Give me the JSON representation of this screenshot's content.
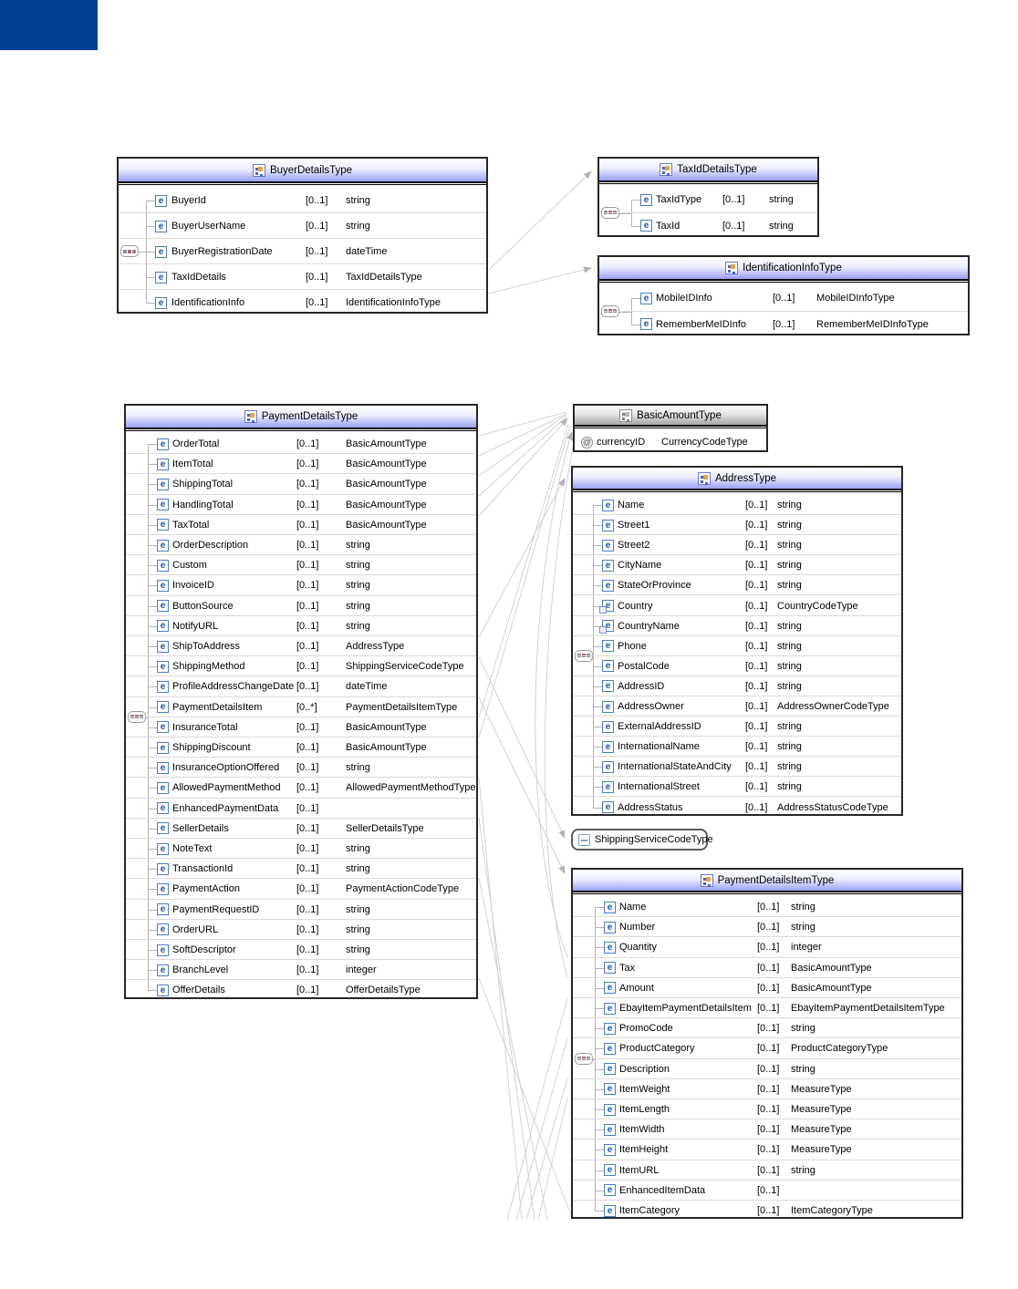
{
  "colors": {
    "logo_blue": "#003f94",
    "header_gradient_bottom": "#9aa0f4",
    "gray_header_gradient_bottom": "#a6a6a6",
    "connector_line": "#d2d2d2"
  },
  "diagram": {
    "boxes": [
      {
        "id": "buyer-details",
        "title": "BuyerDetailsType",
        "kind": "complex",
        "rows": [
          {
            "icon": "element",
            "name": "BuyerId",
            "card": "[0..1]",
            "type": "string"
          },
          {
            "icon": "element",
            "name": "BuyerUserName",
            "card": "[0..1]",
            "type": "string"
          },
          {
            "icon": "element",
            "name": "BuyerRegistrationDate",
            "card": "[0..1]",
            "type": "dateTime"
          },
          {
            "icon": "element",
            "name": "TaxIdDetails",
            "card": "[0..1]",
            "type": "TaxIdDetailsType"
          },
          {
            "icon": "element",
            "name": "IdentificationInfo",
            "card": "[0..1]",
            "type": "IdentificationInfoType"
          }
        ]
      },
      {
        "id": "tax-id-details",
        "title": "TaxIdDetailsType",
        "kind": "complex",
        "rows": [
          {
            "icon": "element",
            "name": "TaxIdType",
            "card": "[0..1]",
            "type": "string"
          },
          {
            "icon": "element",
            "name": "TaxId",
            "card": "[0..1]",
            "type": "string"
          }
        ]
      },
      {
        "id": "identification-info",
        "title": "IdentificationInfoType",
        "kind": "complex",
        "rows": [
          {
            "icon": "element",
            "name": "MobileIDInfo",
            "card": "[0..1]",
            "type": "MobileIDInfoType"
          },
          {
            "icon": "element",
            "name": "RememberMeIDInfo",
            "card": "[0..1]",
            "type": "RememberMeIDInfoType"
          }
        ]
      },
      {
        "id": "payment-details",
        "title": "PaymentDetailsType",
        "kind": "complex",
        "rows": [
          {
            "icon": "element",
            "name": "OrderTotal",
            "card": "[0..1]",
            "type": "BasicAmountType"
          },
          {
            "icon": "element",
            "name": "ItemTotal",
            "card": "[0..1]",
            "type": "BasicAmountType"
          },
          {
            "icon": "element",
            "name": "ShippingTotal",
            "card": "[0..1]",
            "type": "BasicAmountType"
          },
          {
            "icon": "element",
            "name": "HandlingTotal",
            "card": "[0..1]",
            "type": "BasicAmountType"
          },
          {
            "icon": "element",
            "name": "TaxTotal",
            "card": "[0..1]",
            "type": "BasicAmountType"
          },
          {
            "icon": "element",
            "name": "OrderDescription",
            "card": "[0..1]",
            "type": "string"
          },
          {
            "icon": "element",
            "name": "Custom",
            "card": "[0..1]",
            "type": "string"
          },
          {
            "icon": "element",
            "name": "InvoiceID",
            "card": "[0..1]",
            "type": "string"
          },
          {
            "icon": "element",
            "name": "ButtonSource",
            "card": "[0..1]",
            "type": "string"
          },
          {
            "icon": "element",
            "name": "NotifyURL",
            "card": "[0..1]",
            "type": "string"
          },
          {
            "icon": "element",
            "name": "ShipToAddress",
            "card": "[0..1]",
            "type": "AddressType"
          },
          {
            "icon": "element",
            "name": "ShippingMethod",
            "card": "[0..1]",
            "type": "ShippingServiceCodeType"
          },
          {
            "icon": "element",
            "name": "ProfileAddressChangeDate",
            "card": "[0..1]",
            "type": "dateTime"
          },
          {
            "icon": "element",
            "name": "PaymentDetailsItem",
            "card": "[0..*]",
            "type": "PaymentDetailsItemType"
          },
          {
            "icon": "element",
            "name": "InsuranceTotal",
            "card": "[0..1]",
            "type": "BasicAmountType"
          },
          {
            "icon": "element",
            "name": "ShippingDiscount",
            "card": "[0..1]",
            "type": "BasicAmountType"
          },
          {
            "icon": "element",
            "name": "InsuranceOptionOffered",
            "card": "[0..1]",
            "type": "string"
          },
          {
            "icon": "element",
            "name": "AllowedPaymentMethod",
            "card": "[0..1]",
            "type": "AllowedPaymentMethodType"
          },
          {
            "icon": "element",
            "name": "EnhancedPaymentData",
            "card": "[0..1]",
            "type": ""
          },
          {
            "icon": "element",
            "name": "SellerDetails",
            "card": "[0..1]",
            "type": "SellerDetailsType"
          },
          {
            "icon": "element",
            "name": "NoteText",
            "card": "[0..1]",
            "type": "string"
          },
          {
            "icon": "element",
            "name": "TransactionId",
            "card": "[0..1]",
            "type": "string"
          },
          {
            "icon": "element",
            "name": "PaymentAction",
            "card": "[0..1]",
            "type": "PaymentActionCodeType"
          },
          {
            "icon": "element",
            "name": "PaymentRequestID",
            "card": "[0..1]",
            "type": "string"
          },
          {
            "icon": "element",
            "name": "OrderURL",
            "card": "[0..1]",
            "type": "string"
          },
          {
            "icon": "element",
            "name": "SoftDescriptor",
            "card": "[0..1]",
            "type": "string"
          },
          {
            "icon": "element",
            "name": "BranchLevel",
            "card": "[0..1]",
            "type": "integer"
          },
          {
            "icon": "element",
            "name": "OfferDetails",
            "card": "[0..1]",
            "type": "OfferDetailsType"
          }
        ]
      },
      {
        "id": "basic-amount",
        "title": "BasicAmountType",
        "kind": "complex-gray",
        "rows": [
          {
            "icon": "attribute",
            "name": "currencyID",
            "card": "",
            "type": "CurrencyCodeType"
          }
        ]
      },
      {
        "id": "address",
        "title": "AddressType",
        "kind": "complex",
        "rows": [
          {
            "icon": "element",
            "name": "Name",
            "card": "[0..1]",
            "type": "string"
          },
          {
            "icon": "element",
            "name": "Street1",
            "card": "[0..1]",
            "type": "string"
          },
          {
            "icon": "element",
            "name": "Street2",
            "card": "[0..1]",
            "type": "string"
          },
          {
            "icon": "element",
            "name": "CityName",
            "card": "[0..1]",
            "type": "string"
          },
          {
            "icon": "element",
            "name": "StateOrProvince",
            "card": "[0..1]",
            "type": "string"
          },
          {
            "icon": "element-badged",
            "name": "Country",
            "card": "[0..1]",
            "type": "CountryCodeType"
          },
          {
            "icon": "element-badged",
            "name": "CountryName",
            "card": "[0..1]",
            "type": "string"
          },
          {
            "icon": "element",
            "name": "Phone",
            "card": "[0..1]",
            "type": "string"
          },
          {
            "icon": "element",
            "name": "PostalCode",
            "card": "[0..1]",
            "type": "string"
          },
          {
            "icon": "element",
            "name": "AddressID",
            "card": "[0..1]",
            "type": "string"
          },
          {
            "icon": "element",
            "name": "AddressOwner",
            "card": "[0..1]",
            "type": "AddressOwnerCodeType"
          },
          {
            "icon": "element",
            "name": "ExternalAddressID",
            "card": "[0..1]",
            "type": "string"
          },
          {
            "icon": "element",
            "name": "InternationalName",
            "card": "[0..1]",
            "type": "string"
          },
          {
            "icon": "element",
            "name": "InternationalStateAndCity",
            "card": "[0..1]",
            "type": "string"
          },
          {
            "icon": "element",
            "name": "InternationalStreet",
            "card": "[0..1]",
            "type": "string"
          },
          {
            "icon": "element",
            "name": "AddressStatus",
            "card": "[0..1]",
            "type": "AddressStatusCodeType"
          }
        ]
      },
      {
        "id": "shipping-service-code",
        "title": "ShippingServiceCodeType",
        "kind": "simple",
        "rows": []
      },
      {
        "id": "payment-details-item",
        "title": "PaymentDetailsItemType",
        "kind": "complex",
        "rows": [
          {
            "icon": "element",
            "name": "Name",
            "card": "[0..1]",
            "type": "string"
          },
          {
            "icon": "element",
            "name": "Number",
            "card": "[0..1]",
            "type": "string"
          },
          {
            "icon": "element",
            "name": "Quantity",
            "card": "[0..1]",
            "type": "integer"
          },
          {
            "icon": "element",
            "name": "Tax",
            "card": "[0..1]",
            "type": "BasicAmountType"
          },
          {
            "icon": "element",
            "name": "Amount",
            "card": "[0..1]",
            "type": "BasicAmountType"
          },
          {
            "icon": "element",
            "name": "EbayItemPaymentDetailsItem",
            "card": "[0..1]",
            "type": "EbayItemPaymentDetailsItemType"
          },
          {
            "icon": "element",
            "name": "PromoCode",
            "card": "[0..1]",
            "type": "string"
          },
          {
            "icon": "element",
            "name": "ProductCategory",
            "card": "[0..1]",
            "type": "ProductCategoryType"
          },
          {
            "icon": "element",
            "name": "Description",
            "card": "[0..1]",
            "type": "string"
          },
          {
            "icon": "element",
            "name": "ItemWeight",
            "card": "[0..1]",
            "type": "MeasureType"
          },
          {
            "icon": "element",
            "name": "ItemLength",
            "card": "[0..1]",
            "type": "MeasureType"
          },
          {
            "icon": "element",
            "name": "ItemWidth",
            "card": "[0..1]",
            "type": "MeasureType"
          },
          {
            "icon": "element",
            "name": "ItemHeight",
            "card": "[0..1]",
            "type": "MeasureType"
          },
          {
            "icon": "element",
            "name": "ItemURL",
            "card": "[0..1]",
            "type": "string"
          },
          {
            "icon": "element",
            "name": "EnhancedItemData",
            "card": "[0..1]",
            "type": ""
          },
          {
            "icon": "element",
            "name": "ItemCategory",
            "card": "[0..1]",
            "type": "ItemCategoryType"
          }
        ]
      }
    ]
  }
}
